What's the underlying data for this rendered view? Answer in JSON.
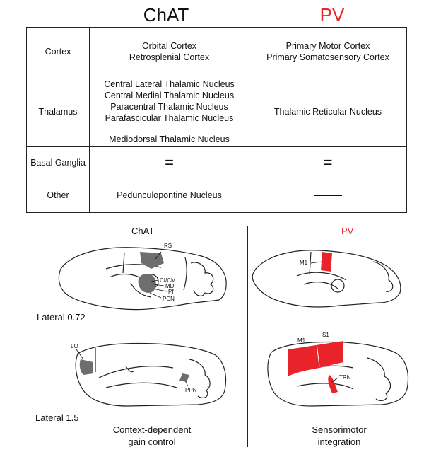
{
  "headers": {
    "left": "ChAT",
    "right": "PV"
  },
  "colors": {
    "pv_red": "#e8242a",
    "chat_gray": "#6e6e6e",
    "line": "#222222"
  },
  "table": {
    "rows": [
      {
        "region": "Cortex",
        "chat": [
          "Orbital  Cortex",
          "Retrosplenial Cortex"
        ],
        "pv": [
          "Primary Motor Cortex",
          "Primary Somatosensory Cortex"
        ]
      },
      {
        "region": "Thalamus",
        "chat": [
          "Central Lateral Thalamic Nucleus",
          "Central Medial Thalamic Nucleus",
          "Paracentral Thalamic Nucleus",
          "Parafascicular Thalamic Nucleus",
          "Mediodorsal Thalamic Nucleus"
        ],
        "pv": [
          "Thalamic Reticular Nucleus"
        ]
      },
      {
        "region": "Basal Ganglia",
        "chat": [
          "="
        ],
        "pv": [
          "="
        ]
      },
      {
        "region": "Other",
        "chat": [
          "Pedunculopontine Nucleus"
        ],
        "pv": [
          "—"
        ]
      }
    ]
  },
  "diagram": {
    "left_title": "ChAT",
    "right_title": "PV",
    "lateral_labels": [
      "Lateral 0.72",
      "Lateral 1.5"
    ],
    "chat_labels_top": [
      "RS",
      "CI/CM",
      "MD",
      "Pf",
      "PCN"
    ],
    "chat_labels_bottom": [
      "LO",
      "PPN"
    ],
    "pv_labels_top": [
      "M1"
    ],
    "pv_labels_bottom": [
      "M1",
      "S1",
      "TRN"
    ],
    "captions": {
      "left": [
        "Context-dependent",
        "gain control"
      ],
      "right": [
        "Sensorimotor",
        "integration"
      ]
    }
  }
}
